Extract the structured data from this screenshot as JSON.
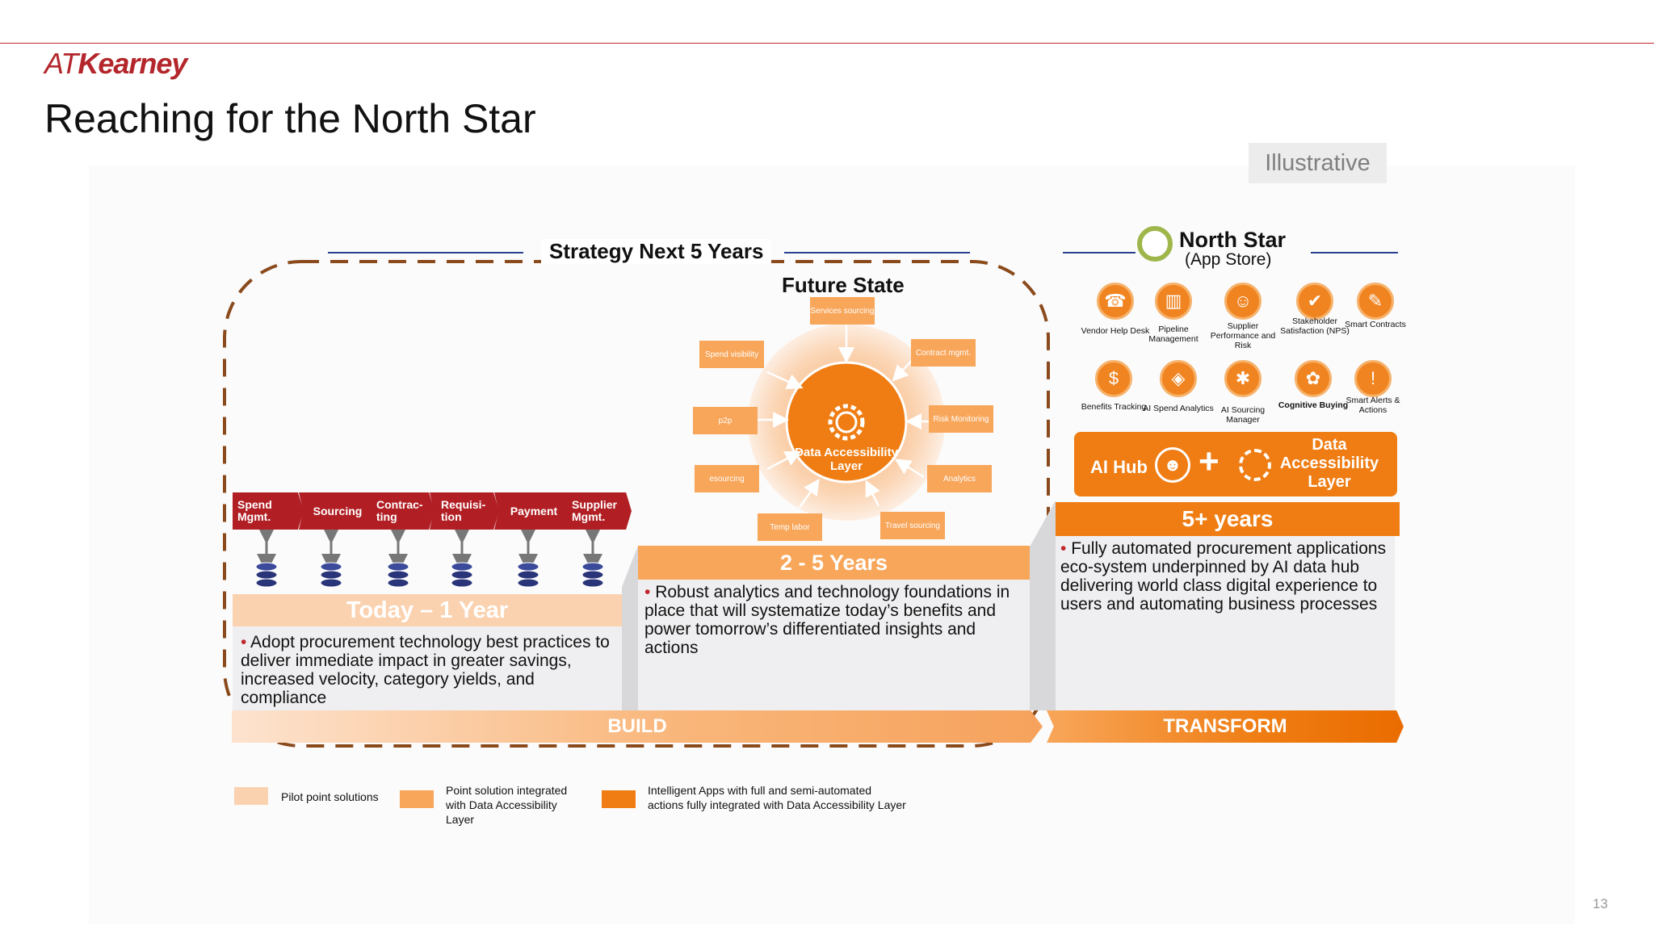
{
  "brand": {
    "logo_at": "AT",
    "logo_name": "Kearney"
  },
  "title": "Reaching for the North Star",
  "tag": "Illustrative",
  "strategy_title": "Strategy Next 5 Years",
  "future_state_title": "Future State",
  "north_star": {
    "title": "North Star",
    "subtitle": "(App Store)"
  },
  "process_steps": [
    {
      "label": "Spend Mgmt."
    },
    {
      "label": "Sourcing"
    },
    {
      "label": "Contrac- ting"
    },
    {
      "label": "Requisi- tion"
    },
    {
      "label": "Payment"
    },
    {
      "label": "Supplier Mgmt."
    }
  ],
  "satellites": [
    "Services sourcing",
    "Contract mgmt.",
    "Risk Monitoring",
    "Analytics",
    "Travel sourcing",
    "Temp labor",
    "esourcing",
    "p2p",
    "Spend visibility"
  ],
  "core": {
    "label": "Data Accessibility Layer"
  },
  "phases": {
    "today": {
      "header": "Today – 1 Year",
      "text": "Adopt procurement technology best practices to deliver immediate impact in greater savings, increased velocity, category yields, and compliance"
    },
    "mid": {
      "header": "2 - 5 Years",
      "text": "Robust analytics and technology foundations in place that will systematize today’s benefits and power tomorrow’s differentiated insights and actions"
    },
    "long": {
      "header": "5+ years",
      "text": "Fully automated procurement applications eco-system underpinned by AI data hub  delivering world class digital experience to users and automating business processes"
    }
  },
  "apps_row1": [
    {
      "label": "Vendor Help Desk",
      "icon": "headset-icon",
      "glyph": "☎"
    },
    {
      "label": "Pipeline Management",
      "icon": "chart-icon",
      "glyph": "▥"
    },
    {
      "label": "Supplier Performance and Risk",
      "icon": "people-icon",
      "glyph": "☺"
    },
    {
      "label": "Stakeholder Satisfaction (NPS)",
      "icon": "thumbs-up-icon",
      "glyph": "✔"
    },
    {
      "label": "Smart Contracts",
      "icon": "document-icon",
      "glyph": "✎"
    }
  ],
  "apps_row2": [
    {
      "label": "Benefits Tracking",
      "icon": "coins-icon",
      "glyph": "$"
    },
    {
      "label": "AI Spend Analytics",
      "icon": "cube-icon",
      "glyph": "◈"
    },
    {
      "label": "AI Sourcing Manager",
      "icon": "network-icon",
      "glyph": "✱"
    },
    {
      "label": "Cognitive Buying",
      "icon": "brain-icon",
      "glyph": "✿"
    },
    {
      "label": "Smart Alerts & Actions",
      "icon": "alert-icon",
      "glyph": "!"
    }
  ],
  "ai_hub": {
    "label": "AI Hub",
    "plus": "+",
    "layer": "Data Accessibility Layer"
  },
  "bars": {
    "build": "BUILD",
    "transform": "TRANSFORM"
  },
  "legend": [
    {
      "text": "Pilot point solutions",
      "color": "#fbd2b0"
    },
    {
      "text": "Point solution integrated with Data Accessibility Layer",
      "color": "#f8a65a"
    },
    {
      "text": "Intelligent Apps with full and semi-automated actions fully integrated with Data Accessibility Layer",
      "color": "#ef7d13"
    }
  ],
  "page_number": "13",
  "colors": {
    "accent_red": "#b11f24",
    "orange": "#ef7d13",
    "light_orange": "#fbd2b0",
    "mid_orange": "#f8a65a",
    "navy": "#2a3f8f",
    "dash_brown": "#8a4a1c"
  }
}
